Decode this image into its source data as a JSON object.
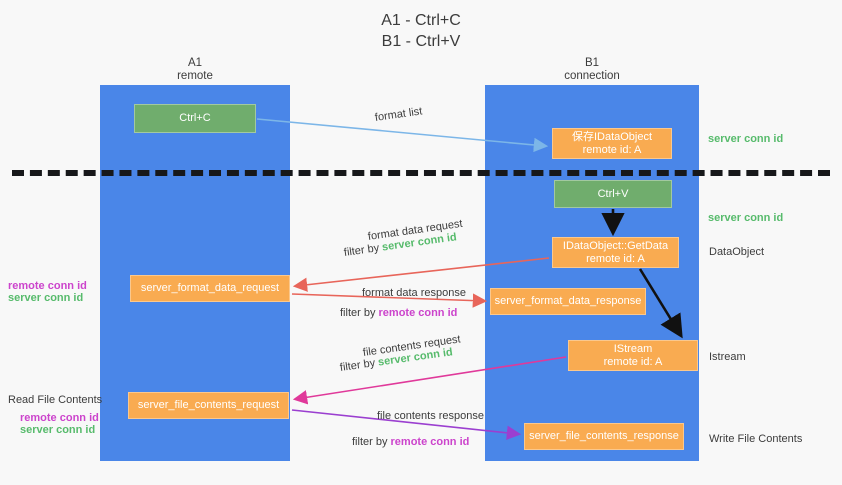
{
  "title": "A1 - Ctrl+C\nB1 - Ctrl+V",
  "colors": {
    "lane": "#4a86e8",
    "green_node": "#70ad6d",
    "orange_node": "#f9ab51",
    "server_conn_id": "#57bb6c",
    "remote_conn_id": "#cc44cc",
    "divider": "#17181a",
    "background": "#f8f8f8"
  },
  "lanes": [
    {
      "id": "a",
      "title": "A1\nremote"
    },
    {
      "id": "b",
      "title": "B1\nconnection"
    }
  ],
  "nodes": {
    "ctrl_c": {
      "label": "Ctrl+C",
      "sub": ""
    },
    "save_dataobject": {
      "label": "保存IDataObject",
      "sub": "remote id: A"
    },
    "ctrl_v": {
      "label": "Ctrl+V",
      "sub": ""
    },
    "getdata": {
      "label": "IDataObject::GetData",
      "sub": "remote id: A"
    },
    "istream": {
      "label": "IStream",
      "sub": "remote id: A"
    },
    "server_format_data_request": {
      "label": "server_format_data_request"
    },
    "server_format_data_response": {
      "label": "server_format_data_response"
    },
    "server_file_contents_request": {
      "label": "server_file_contents_request"
    },
    "server_file_contents_response": {
      "label": "server_file_contents_response"
    }
  },
  "flows": {
    "format_list": "format list",
    "format_data_request": "format data request",
    "format_data_request_filter_prefix": "filter by ",
    "format_data_request_filter_value": "server conn id",
    "format_data_response": "format data response",
    "format_data_response_filter_prefix": "filter by ",
    "format_data_response_filter_value": "remote conn id",
    "file_contents_request": "file contents request",
    "file_contents_request_filter_prefix": "filter by ",
    "file_contents_request_filter_value": "server conn id",
    "file_contents_response": "file contents response",
    "file_contents_response_filter_prefix": "filter by ",
    "file_contents_response_filter_value": "remote conn id"
  },
  "annotations": {
    "server_conn_id_top": "server conn id",
    "server_conn_id_mid": "server conn id",
    "dataobject": "DataObject",
    "istream": "Istream",
    "write_file_contents": "Write File Contents",
    "read_file_contents": "Read File Contents",
    "left_remote_conn_id_1": "remote conn id",
    "left_server_conn_id_1": "server conn id",
    "left_remote_conn_id_2": "remote conn id",
    "left_server_conn_id_2": "server conn id"
  }
}
